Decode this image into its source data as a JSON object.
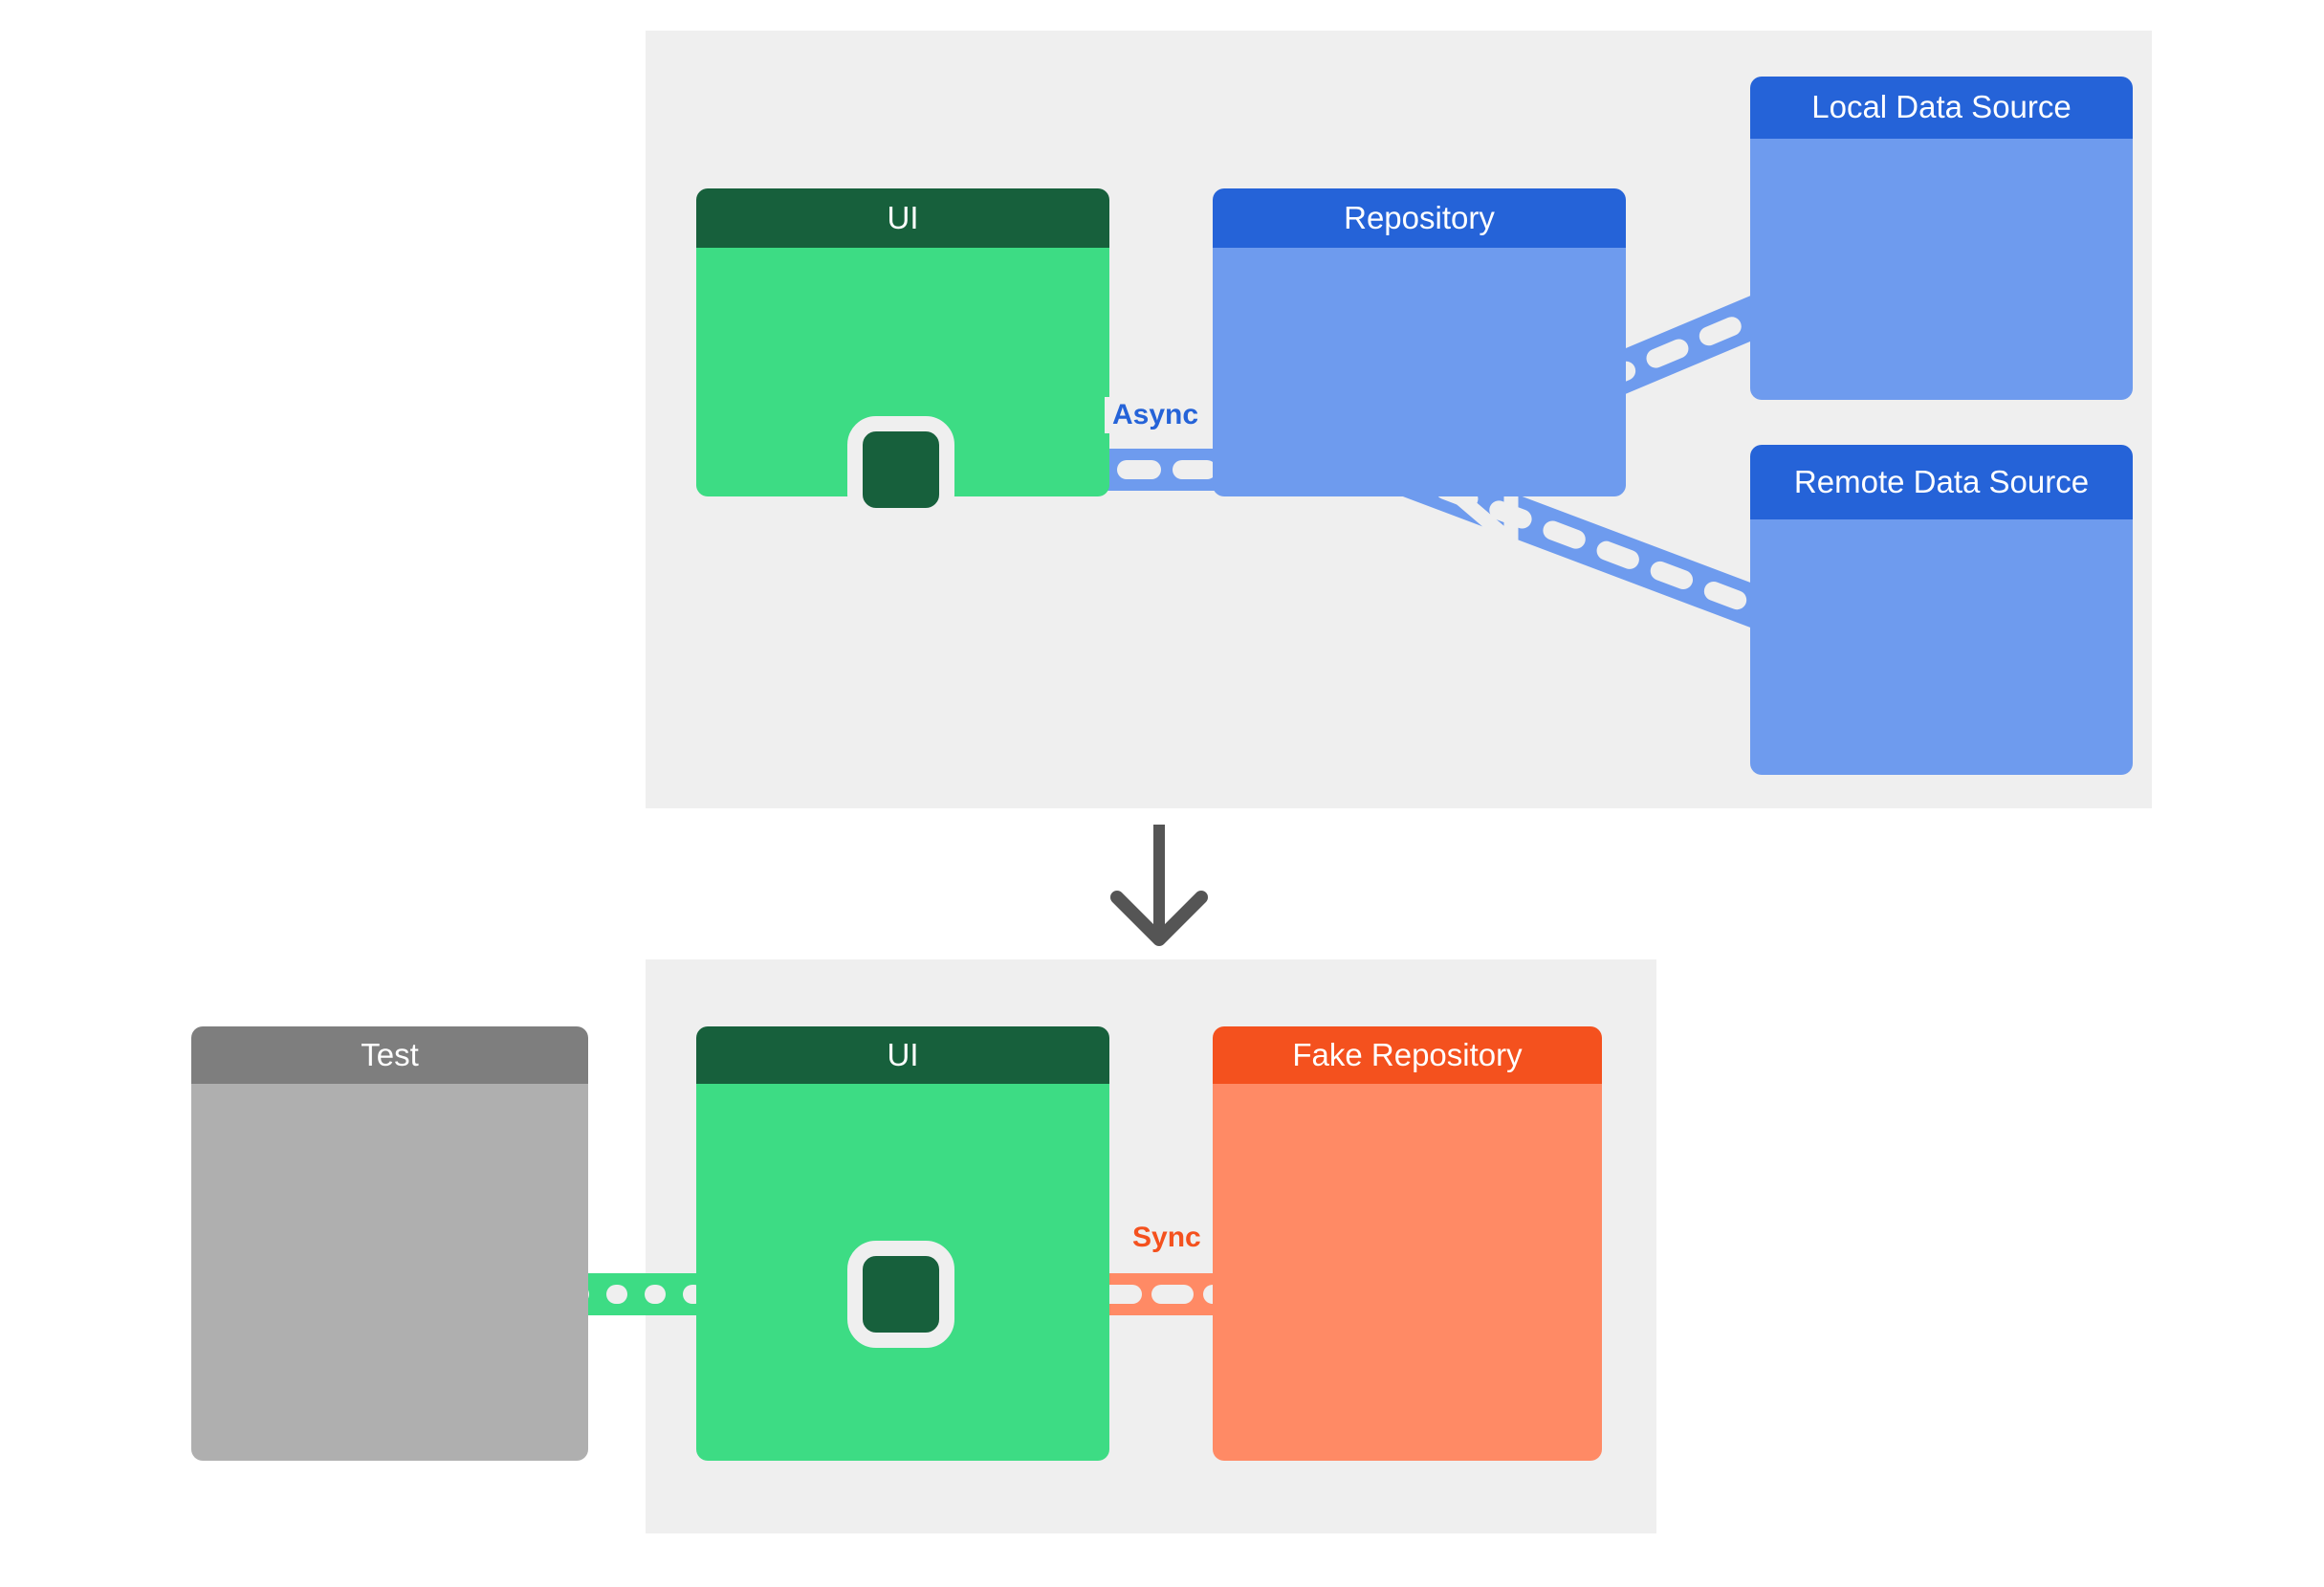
{
  "diagram": {
    "title_hidden": true,
    "flow_arrow": "down-arrow-icon",
    "panels": [
      {
        "id": "production",
        "cards": [
          {
            "id": "ui",
            "label": "UI",
            "header_color": "#17603c",
            "body_color": "#3ddc84",
            "icon": "rounded-square-port-icon"
          },
          {
            "id": "repository",
            "label": "Repository",
            "header_color": "#2563d8",
            "body_color": "#6e9bee",
            "icon": "triangle-left-icon"
          },
          {
            "id": "local-data-source",
            "label": "Local Data Source",
            "header_color": "#2563d8",
            "body_color": "#6e9bee",
            "icon": "dashed-circle-icon"
          },
          {
            "id": "remote-data-source",
            "label": "Remote Data Source",
            "header_color": "#2563d8",
            "body_color": "#6e9bee",
            "icon": "dashed-circle-icon"
          }
        ],
        "edge_label": "Async",
        "edge_label_color": "#2563d8",
        "connector_color": "#6e9bee"
      },
      {
        "id": "test",
        "cards": [
          {
            "id": "test",
            "label": "Test",
            "header_color": "#7e7e7e",
            "body_color": "#afafaf",
            "icon": "d-shape-socket-icon"
          },
          {
            "id": "ui",
            "label": "UI",
            "header_color": "#17603c",
            "body_color": "#3ddc84",
            "icon": "rounded-square-port-icon"
          },
          {
            "id": "fake-repository",
            "label": "Fake Repository",
            "header_color": "#f4511e",
            "body_color": "#ff8a65",
            "icon": "dashed-circle-icon"
          }
        ],
        "edge_label": "Sync",
        "edge_label_color": "#f4511e",
        "connector_colors": {
          "test_to_ui": "#3ddc84",
          "ui_to_fake_repo": "#ff8a65"
        }
      }
    ],
    "palette": {
      "panel_background": "#efefef",
      "page_background": "#ffffff",
      "dash_white": "#efefef",
      "arrow_gray": "#555555"
    }
  }
}
